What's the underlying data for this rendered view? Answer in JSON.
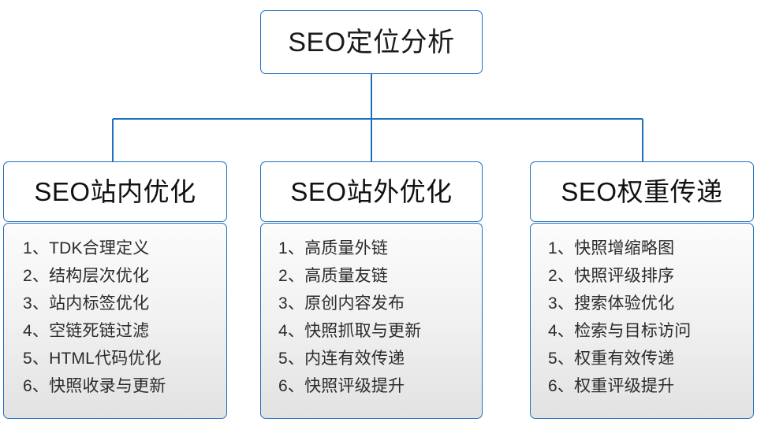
{
  "diagram": {
    "root": {
      "label": "SEO定位分析"
    },
    "branches": [
      {
        "header": "SEO站内优化",
        "items": [
          "1、TDK合理定义",
          "2、结构层次优化",
          "3、站内标签优化",
          "4、空链死链过滤",
          "5、HTML代码优化",
          "6、快照收录与更新"
        ]
      },
      {
        "header": "SEO站外优化",
        "items": [
          "1、高质量外链",
          "2、高质量友链",
          "3、原创内容发布",
          "4、快照抓取与更新",
          "5、内连有效传递",
          "6、快照评级提升"
        ]
      },
      {
        "header": "SEO权重传递",
        "items": [
          "1、快照增缩略图",
          "2、快照评级排序",
          "3、搜索体验优化",
          "4、检索与目标访问",
          "5、权重有效传递",
          "6、权重评级提升"
        ]
      }
    ],
    "colors": {
      "border": "#1f6fc0",
      "connector": "#1f6fc0",
      "header_background": "#ffffff",
      "body_background_top": "#fcfcfc",
      "body_background_bottom": "#e2e2e2",
      "text": "#1a1a1a",
      "canvas": "#ffffff"
    }
  }
}
